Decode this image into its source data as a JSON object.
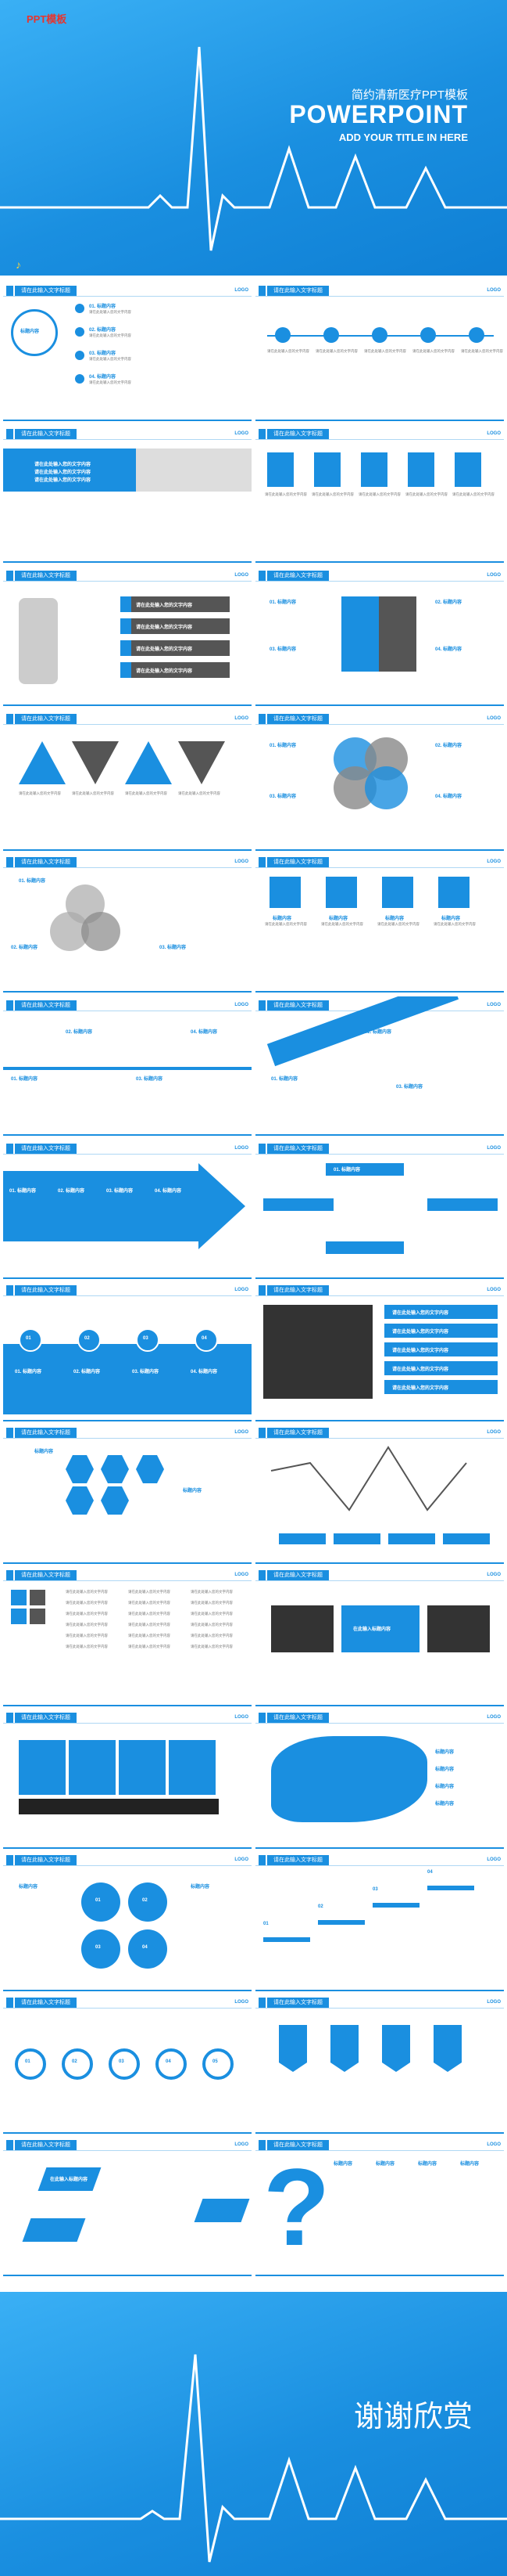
{
  "cover": {
    "logo": "PPT模板",
    "subtitle": "简约清新医疗PPT模板",
    "title": "POWERPOINT",
    "tagline": "ADD YOUR TITLE IN HERE",
    "speaker_icon": "speaker-icon"
  },
  "slide_header": "请在此输入文字标题",
  "brand": "LOGO",
  "thanks": "谢谢欣赏",
  "labels": {
    "title_content": "标题内容",
    "title_content_01": "01. 标题内容",
    "title_content_02": "02. 标题内容",
    "title_content_03": "03. 标题内容",
    "title_content_04": "04. 标题内容",
    "click_add": "在此输入标题内容",
    "desc": "请在此处输入您的文字内容",
    "nums": [
      "01",
      "02",
      "03",
      "04",
      "05"
    ]
  },
  "colors": {
    "primary": "#1a8fe0",
    "cover_light": "#3ab0f5",
    "dark": "#555555",
    "gray": "#999999"
  }
}
